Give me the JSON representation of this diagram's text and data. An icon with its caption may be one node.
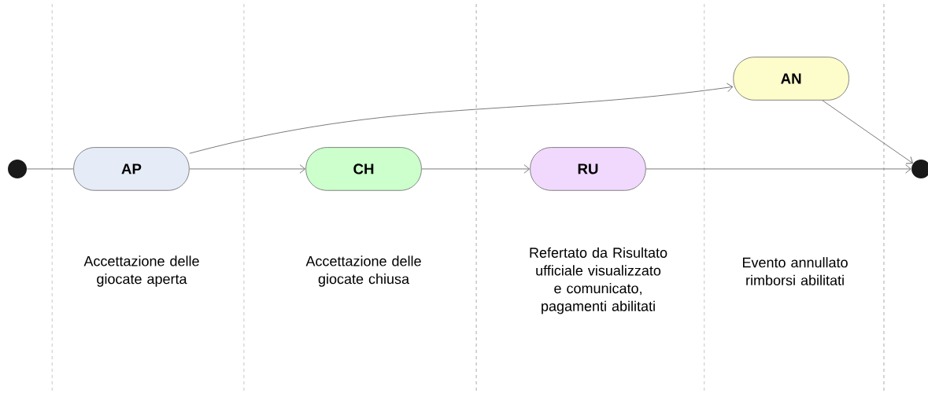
{
  "diagram": {
    "nodes": [
      {
        "text": [],
        "shape": "circle"
      },
      {
        "text": [
          "AP"
        ]
      },
      {
        "text": [
          "CH"
        ]
      },
      {
        "text": [
          "RU"
        ]
      },
      {
        "text": [
          "AN"
        ]
      },
      {
        "text": [],
        "shape": "circle"
      }
    ],
    "edges": [
      {
        "from": 0,
        "to": 1,
        "arrow": "none"
      },
      {
        "from": 1,
        "to": 2,
        "arrow": "to"
      },
      {
        "from": 2,
        "to": 3,
        "arrow": "to"
      },
      {
        "from": 3,
        "to": 5,
        "arrow": "to"
      },
      {
        "from": 1,
        "to": 4,
        "arrow": "to"
      },
      {
        "from": 4,
        "to": 5,
        "arrow": "to"
      }
    ],
    "labels": [
      "Accettazione delle giocate aperta",
      "Accettazione delle giocate chiusa",
      "Refertato da Risultato ufficiale visualizzato e comunicato, pagamenti abilitati",
      "Evento annullato rimborsi abilitati"
    ]
  }
}
